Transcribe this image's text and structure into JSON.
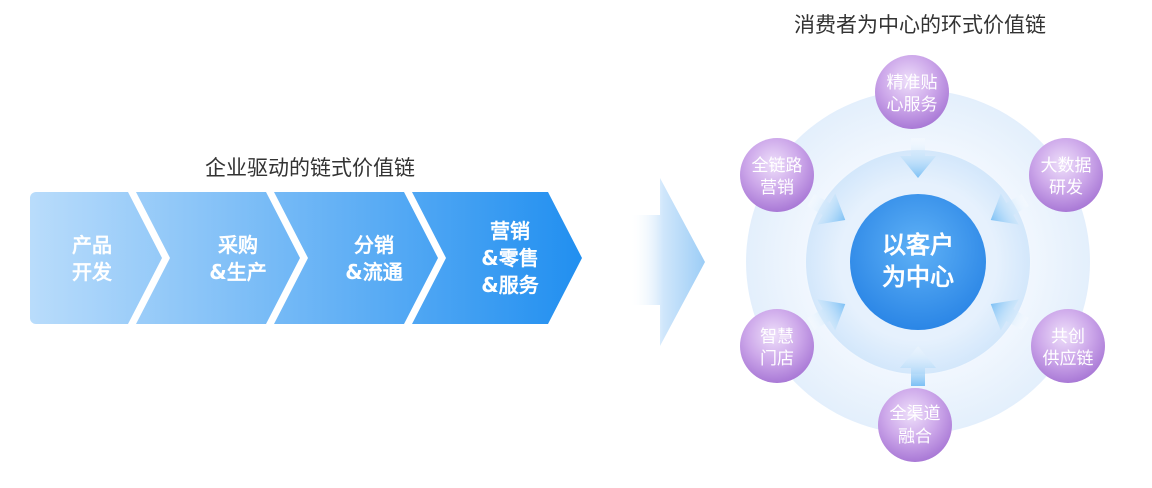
{
  "left": {
    "title": "企业驱动的链式价值链",
    "steps": [
      {
        "lines": [
          "产品",
          "开发"
        ]
      },
      {
        "lines": [
          "采购",
          "&生产"
        ]
      },
      {
        "lines": [
          "分销",
          "&流通"
        ]
      },
      {
        "lines": [
          "营销",
          "&零售",
          "&服务"
        ]
      }
    ]
  },
  "right": {
    "title": "消费者为中心的环式价值链",
    "center": {
      "lines": [
        "以客户",
        "为中心"
      ]
    },
    "nodes": [
      {
        "lines": [
          "精准贴",
          "心服务"
        ]
      },
      {
        "lines": [
          "大数据",
          "研发"
        ]
      },
      {
        "lines": [
          "共创",
          "供应链"
        ]
      },
      {
        "lines": [
          "全渠道",
          "融合"
        ]
      },
      {
        "lines": [
          "智慧",
          "门店"
        ]
      },
      {
        "lines": [
          "全链路",
          "营销"
        ]
      }
    ]
  },
  "colors": {
    "chain_start": "#b9dcfb",
    "chain_end": "#1f8ef0",
    "center_circle": "#3a9af0",
    "node_purple": "#b98bdc",
    "ring_light": "#eaf3fd",
    "arrow_blue": "#7cc0f5",
    "title_text": "#333333"
  }
}
